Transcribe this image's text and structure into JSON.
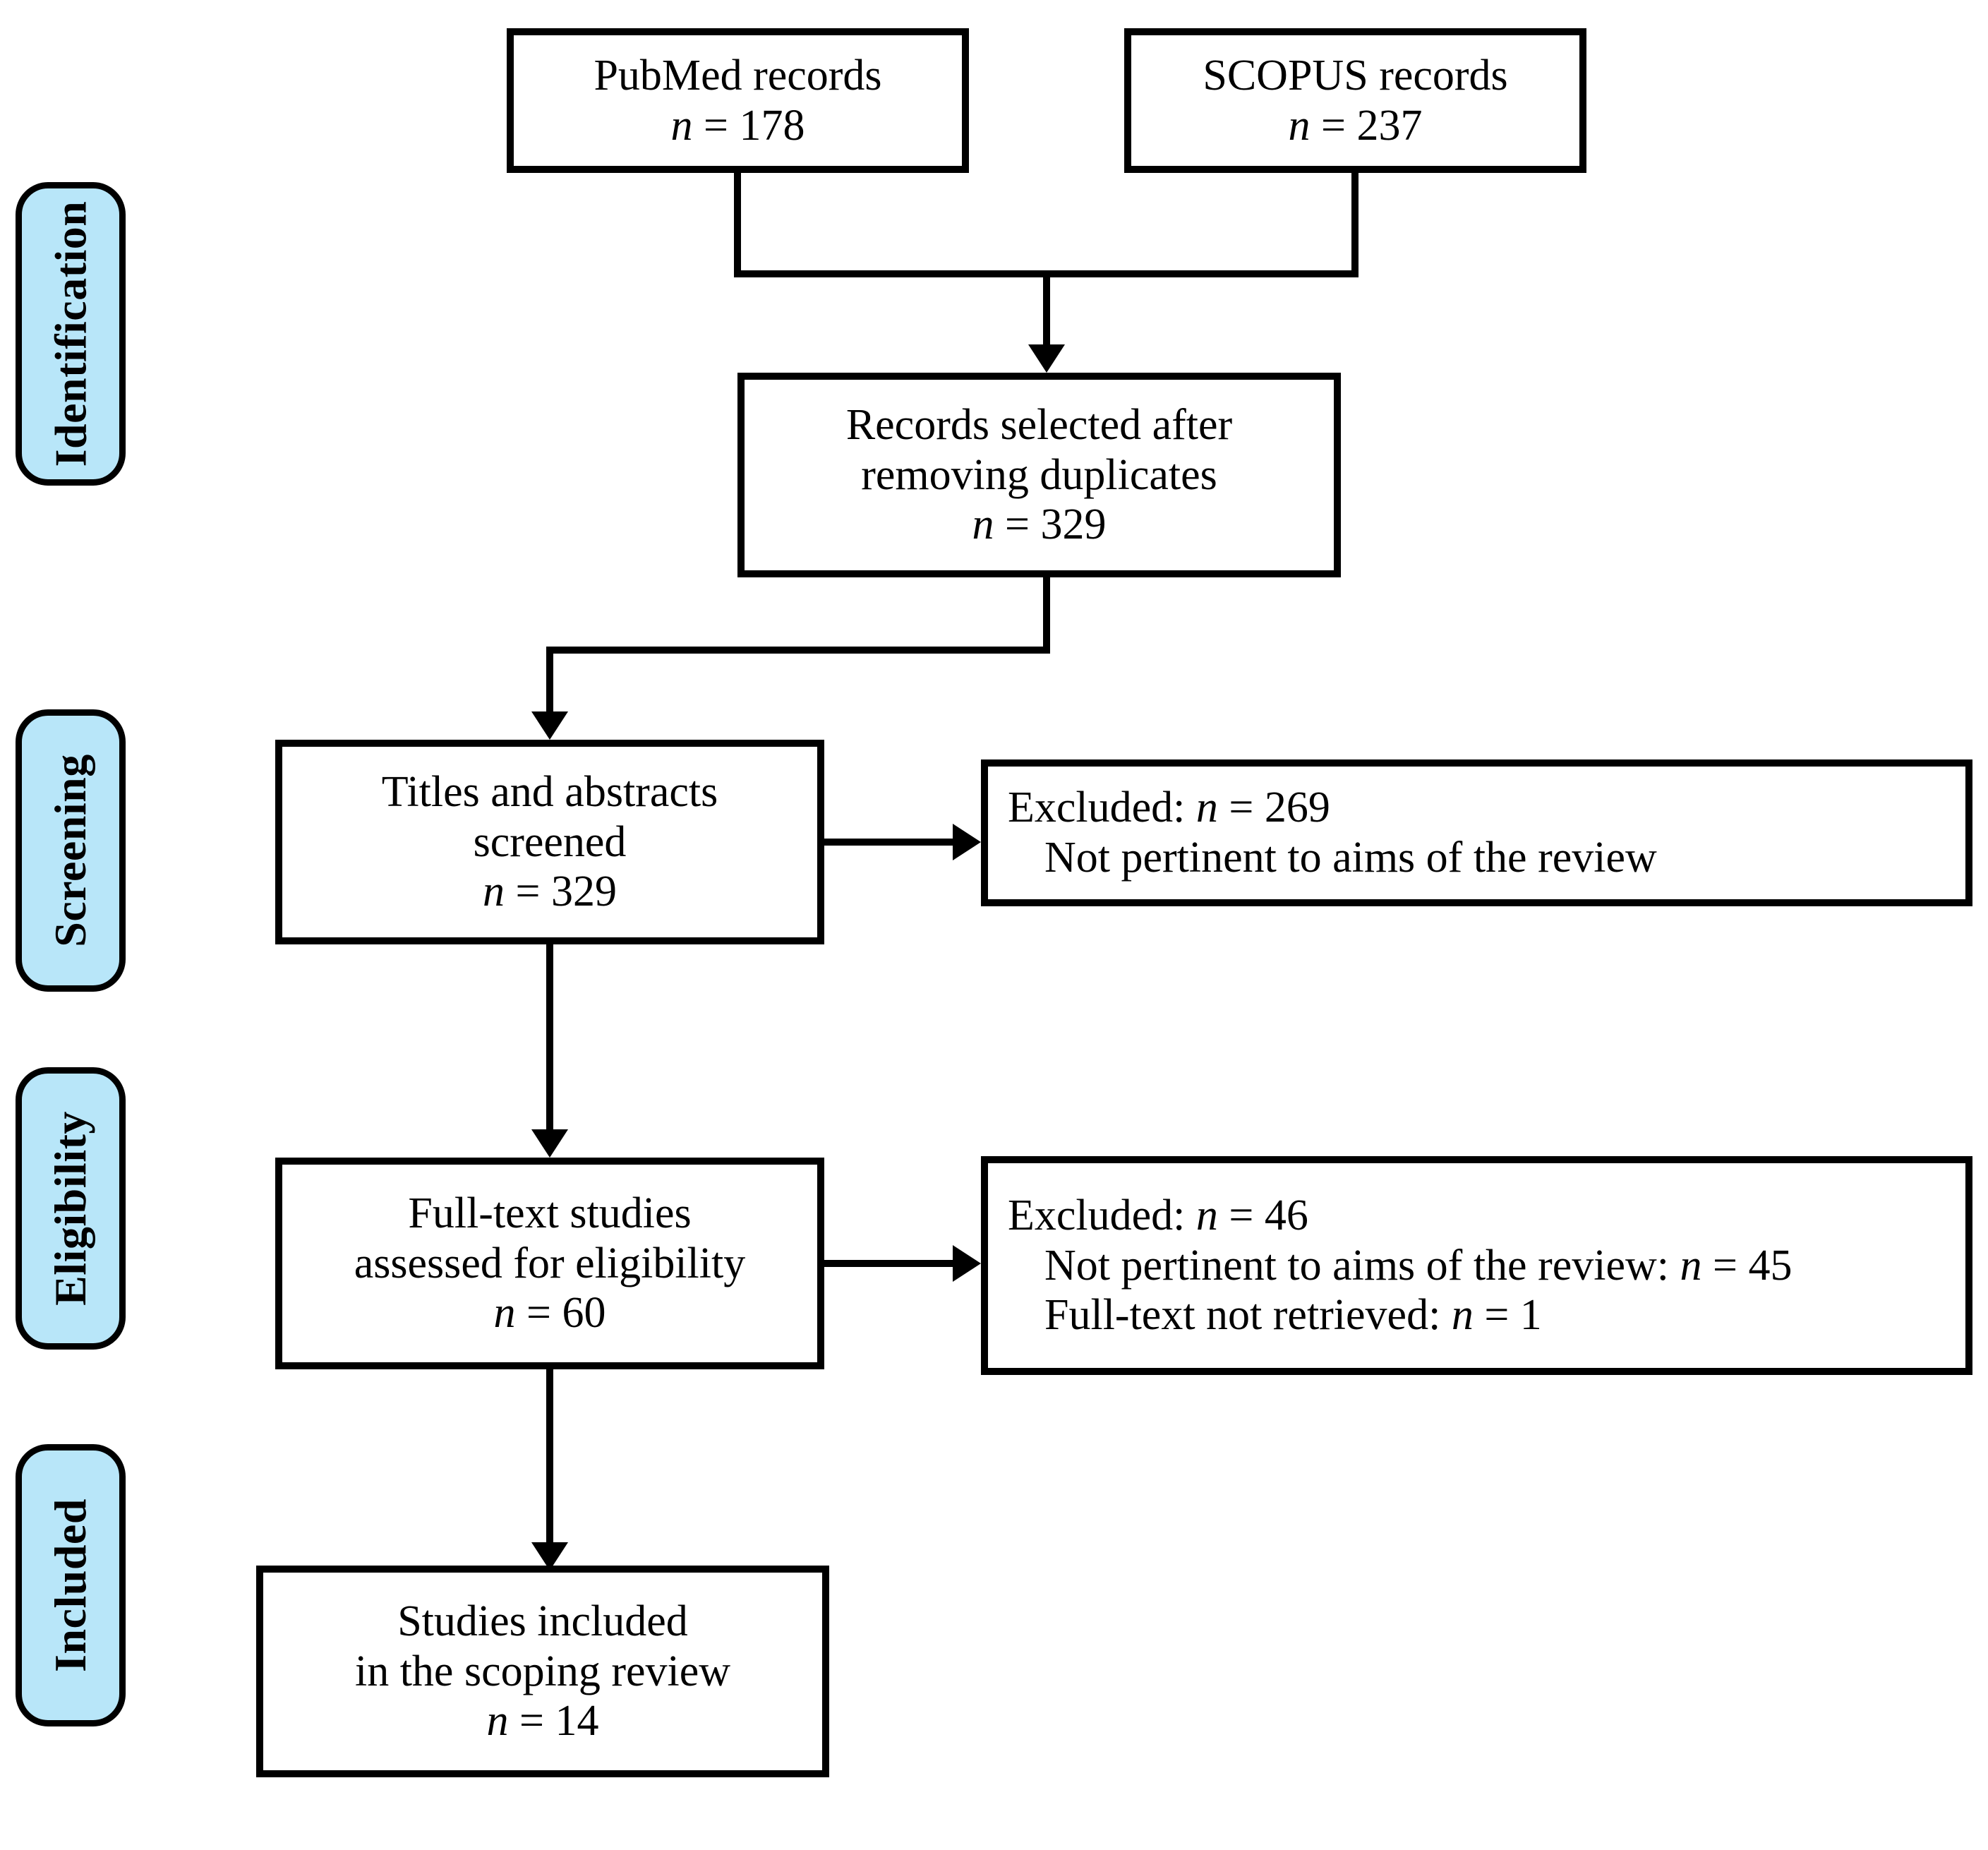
{
  "diagram": {
    "type": "prisma-flow-diagram",
    "title": "PRISMA flow diagram",
    "accent_color": "#b8e6f9",
    "line_color": "#000000",
    "background_color": "#ffffff"
  },
  "phases": [
    {
      "id": "identification",
      "label": "Identification"
    },
    {
      "id": "screening",
      "label": "Screening"
    },
    {
      "id": "eligibility",
      "label": "Eligibility"
    },
    {
      "id": "included",
      "label": "Included"
    }
  ],
  "boxes": {
    "pubmed": {
      "line1": "PubMed records",
      "n_symbol": "n",
      "n_eq": " = 178"
    },
    "scopus": {
      "line1": "SCOPUS records",
      "n_symbol": "n",
      "n_eq": " = 237"
    },
    "deduplicated": {
      "line1": "Records selected after",
      "line2": "removing duplicates",
      "n_symbol": "n",
      "n_eq": " = 329"
    },
    "screened": {
      "line1": "Titles and abstracts",
      "line2": "screened",
      "n_symbol": "n",
      "n_eq": " = 329"
    },
    "excluded_screening": {
      "line1_prefix": "Excluded: ",
      "line1_n": "n",
      "line1_value": " = 269",
      "line2": "Not pertinent to aims of the review"
    },
    "fulltext": {
      "line1": "Full-text studies",
      "line2": "assessed for eligibility",
      "n_symbol": "n",
      "n_eq": " = 60"
    },
    "excluded_eligibility": {
      "line1_prefix": "Excluded: ",
      "line1_n": "n",
      "line1_value": " = 46",
      "line2_prefix": "Not pertinent to aims of the review: ",
      "line2_n": "n",
      "line2_value": " = 45",
      "line3_prefix": "Full-text not retrieved: ",
      "line3_n": "n",
      "line3_value": " = 1"
    },
    "included": {
      "line1": "Studies included",
      "line2": "in the scoping review",
      "n_symbol": "n",
      "n_eq": " = 14"
    }
  },
  "chart_data": {
    "type": "diagram",
    "nodes": [
      {
        "id": "pubmed",
        "label": "PubMed records",
        "n": 178,
        "phase": "identification"
      },
      {
        "id": "scopus",
        "label": "SCOPUS records",
        "n": 237,
        "phase": "identification"
      },
      {
        "id": "deduplicated",
        "label": "Records selected after removing duplicates",
        "n": 329,
        "phase": "identification"
      },
      {
        "id": "screened",
        "label": "Titles and abstracts screened",
        "n": 329,
        "phase": "screening"
      },
      {
        "id": "excluded_screening",
        "label": "Excluded: Not pertinent to aims of the review",
        "n": 269,
        "phase": "screening"
      },
      {
        "id": "fulltext",
        "label": "Full-text studies assessed for eligibility",
        "n": 60,
        "phase": "eligibility"
      },
      {
        "id": "excluded_eligibility",
        "label": "Excluded",
        "n": 46,
        "phase": "eligibility",
        "reasons": [
          {
            "label": "Not pertinent to aims of the review",
            "n": 45
          },
          {
            "label": "Full-text not retrieved",
            "n": 1
          }
        ]
      },
      {
        "id": "included",
        "label": "Studies included in the scoping review",
        "n": 14,
        "phase": "included"
      }
    ],
    "edges": [
      {
        "from": "pubmed",
        "to": "deduplicated"
      },
      {
        "from": "scopus",
        "to": "deduplicated"
      },
      {
        "from": "deduplicated",
        "to": "screened"
      },
      {
        "from": "screened",
        "to": "excluded_screening"
      },
      {
        "from": "screened",
        "to": "fulltext"
      },
      {
        "from": "fulltext",
        "to": "excluded_eligibility"
      },
      {
        "from": "fulltext",
        "to": "included"
      }
    ]
  }
}
